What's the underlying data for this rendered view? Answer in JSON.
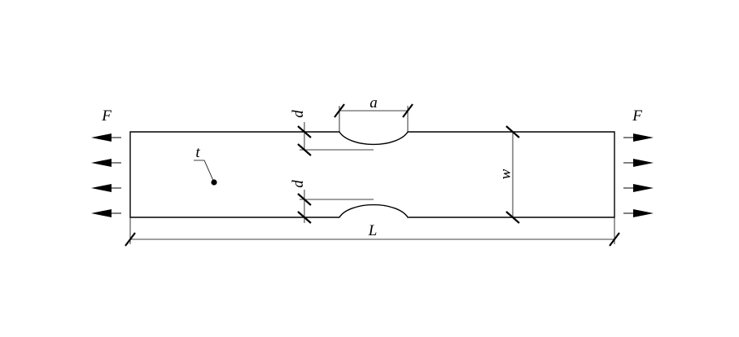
{
  "labels": {
    "force_left": "F",
    "force_right": "F",
    "thickness": "t",
    "notch_depth_top": "d",
    "notch_depth_bottom": "d",
    "notch_width": "a",
    "width": "w",
    "length": "L"
  },
  "forces": {
    "arrows_per_side": 4
  },
  "colors": {
    "stroke": "#000000",
    "background": "#ffffff"
  }
}
